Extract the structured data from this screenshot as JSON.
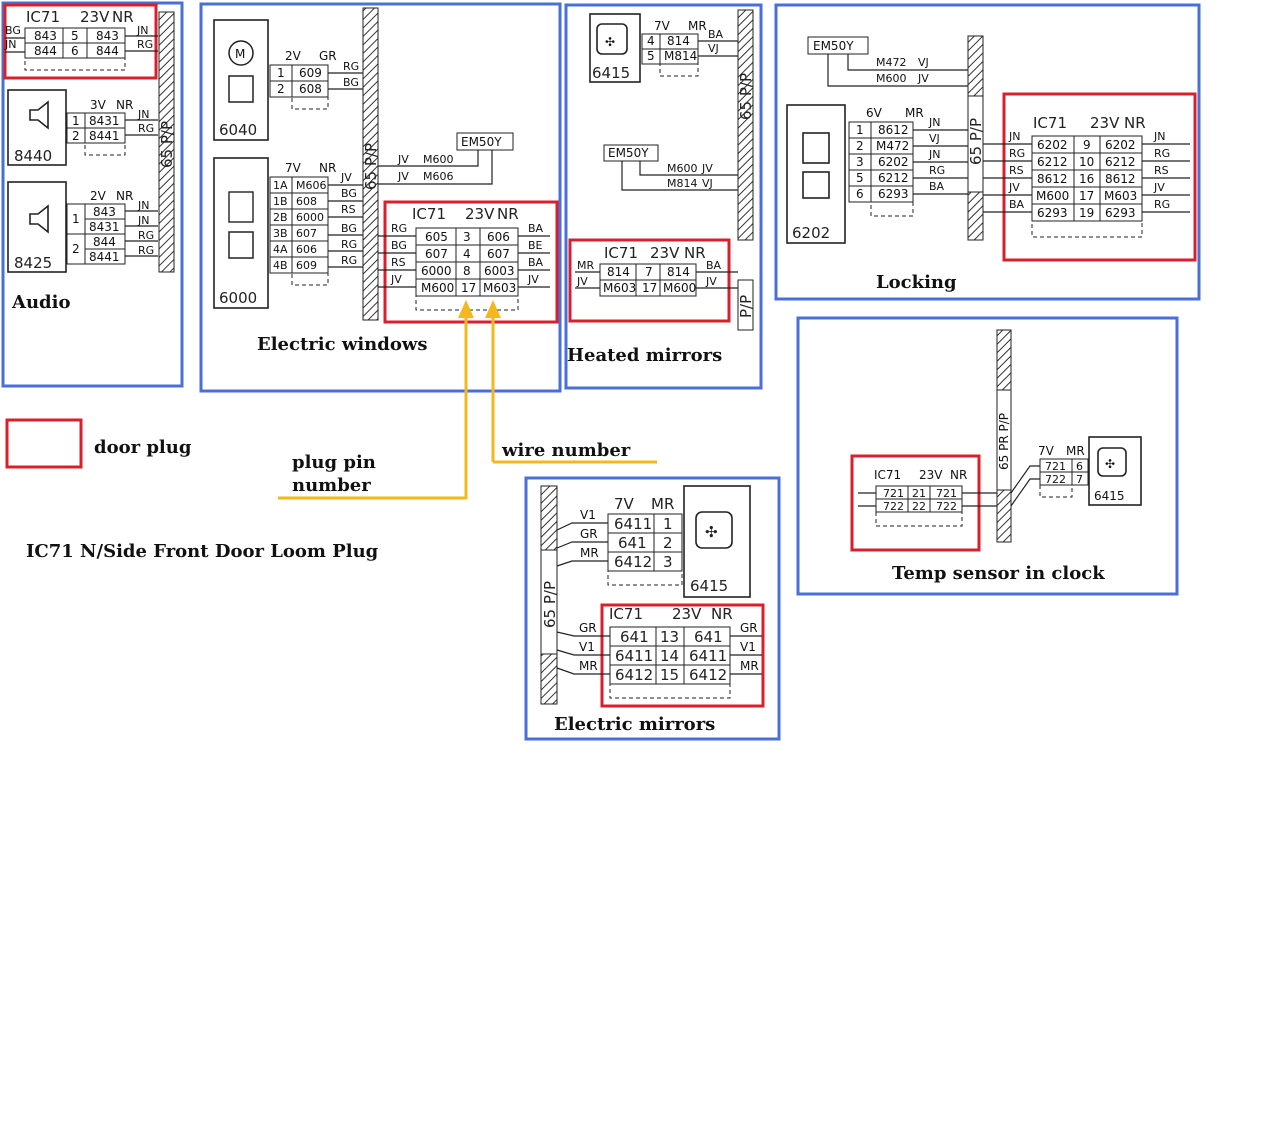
{
  "plug": {
    "name": "IC71",
    "ways": "23V",
    "color": "NR"
  },
  "trunk_label": "65 P/P",
  "trunk_label_b": "65 PR P/P",
  "legend": {
    "label": "door plug"
  },
  "title": "IC71 N/Side Front Door Loom Plug",
  "annotations": {
    "pin": "plug pin number",
    "pin_l1": "plug pin",
    "pin_l2": "number",
    "wire": "wire number"
  },
  "colors": {
    "frame": "#4a6fd6",
    "plug": "#d8202c",
    "arrow": "#f2b81c"
  },
  "audio": {
    "caption": "Audio",
    "plug_rows": [
      [
        "843",
        "5",
        "843"
      ],
      [
        "844",
        "6",
        "844"
      ]
    ],
    "plug_left": [
      "BG",
      "JN"
    ],
    "plug_right": [
      "JN",
      "RG"
    ],
    "speakers": [
      {
        "id": "8440",
        "conn": "3V",
        "color": "NR",
        "rows": [
          [
            "1",
            "8431"
          ],
          [
            "2",
            "8441"
          ]
        ],
        "right": [
          "JN",
          "RG"
        ]
      },
      {
        "id": "8425",
        "conn": "2V",
        "color": "NR",
        "rows": [
          [
            "1",
            "843",
            "8431"
          ],
          [
            "2",
            "844",
            "8441"
          ]
        ],
        "right": [
          "JN",
          "JN",
          "RG",
          "RG"
        ]
      }
    ]
  },
  "windows": {
    "caption": "Electric windows",
    "motor": {
      "id": "6040",
      "conn": "2V",
      "color": "GR",
      "rows": [
        [
          "1",
          "609"
        ],
        [
          "2",
          "608"
        ]
      ],
      "right": [
        "RG",
        "BG"
      ]
    },
    "switch": {
      "id": "6000",
      "conn": "7V",
      "color": "NR",
      "rows": [
        [
          "1A",
          "M606"
        ],
        [
          "1B",
          "608"
        ],
        [
          "2B",
          "6000"
        ],
        [
          "3B",
          "607"
        ],
        [
          "4A",
          "606"
        ],
        [
          "4B",
          "609"
        ]
      ],
      "right": [
        "JV",
        "BG",
        "RS",
        "BG",
        "RG",
        "RG"
      ]
    },
    "em": "EM50Y",
    "em_wires": [
      [
        "JV",
        "M600"
      ],
      [
        "JV",
        "M606"
      ]
    ],
    "plug_rows": [
      [
        "605",
        "3",
        "606"
      ],
      [
        "607",
        "4",
        "607"
      ],
      [
        "6000",
        "8",
        "6003"
      ],
      [
        "M600",
        "17",
        "M603"
      ]
    ],
    "plug_left": [
      "RG",
      "BG",
      "RS",
      "JV"
    ],
    "plug_right": [
      "BA",
      "BE",
      "BA",
      "JV"
    ]
  },
  "heated": {
    "caption": "Heated mirrors",
    "mirror": {
      "id": "6415",
      "conn": "7V",
      "color": "MR",
      "rows": [
        [
          "4",
          "814"
        ],
        [
          "5",
          "M814"
        ]
      ],
      "right": [
        "BA",
        "VJ"
      ]
    },
    "em": "EM50Y",
    "em_wires": [
      [
        "M600",
        "JV"
      ],
      [
        "M814",
        "VJ"
      ]
    ],
    "plug_rows": [
      [
        "814",
        "7",
        "814"
      ],
      [
        "M603",
        "17",
        "M600"
      ]
    ],
    "plug_left": [
      "MR",
      "JV"
    ],
    "plug_right": [
      "BA",
      "JV"
    ],
    "trunk": "P/P"
  },
  "locking": {
    "caption": "Locking",
    "em": "EM50Y",
    "em_wires": [
      [
        "M472",
        "VJ"
      ],
      [
        "M600",
        "JV"
      ]
    ],
    "motor": {
      "id": "6202",
      "conn": "6V",
      "color": "MR",
      "rows": [
        [
          "1",
          "8612"
        ],
        [
          "2",
          "M472"
        ],
        [
          "3",
          "6202"
        ],
        [
          "5",
          "6212"
        ],
        [
          "6",
          "6293"
        ]
      ],
      "right": [
        "JN",
        "VJ",
        "JN",
        "RG",
        "BA"
      ]
    },
    "plug_rows": [
      [
        "6202",
        "9",
        "6202"
      ],
      [
        "6212",
        "10",
        "6212"
      ],
      [
        "8612",
        "16",
        "8612"
      ],
      [
        "M600",
        "17",
        "M603"
      ],
      [
        "6293",
        "19",
        "6293"
      ]
    ],
    "plug_left": [
      "JN",
      "RG",
      "RS",
      "JV",
      "BA"
    ],
    "plug_right": [
      "JN",
      "RG",
      "RS",
      "JV",
      "RG"
    ]
  },
  "temp": {
    "caption": "Temp sensor in clock",
    "plug_rows": [
      [
        "721",
        "21",
        "721"
      ],
      [
        "722",
        "22",
        "722"
      ]
    ],
    "sensor": {
      "id": "6415",
      "conn": "7V",
      "color": "MR",
      "rows": [
        [
          "721",
          "6"
        ],
        [
          "722",
          "7"
        ]
      ]
    }
  },
  "mirrors": {
    "caption": "Electric mirrors",
    "mirror": {
      "id": "6415",
      "conn": "7V",
      "color": "MR",
      "rows": [
        [
          "6411",
          "1"
        ],
        [
          "641",
          "2"
        ],
        [
          "6412",
          "3"
        ]
      ],
      "left": [
        "V1",
        "GR",
        "MR"
      ]
    },
    "plug_rows": [
      [
        "641",
        "13",
        "641"
      ],
      [
        "6411",
        "14",
        "6411"
      ],
      [
        "6412",
        "15",
        "6412"
      ]
    ],
    "plug_left": [
      "GR",
      "V1",
      "MR"
    ],
    "plug_right": [
      "GR",
      "V1",
      "MR"
    ]
  }
}
